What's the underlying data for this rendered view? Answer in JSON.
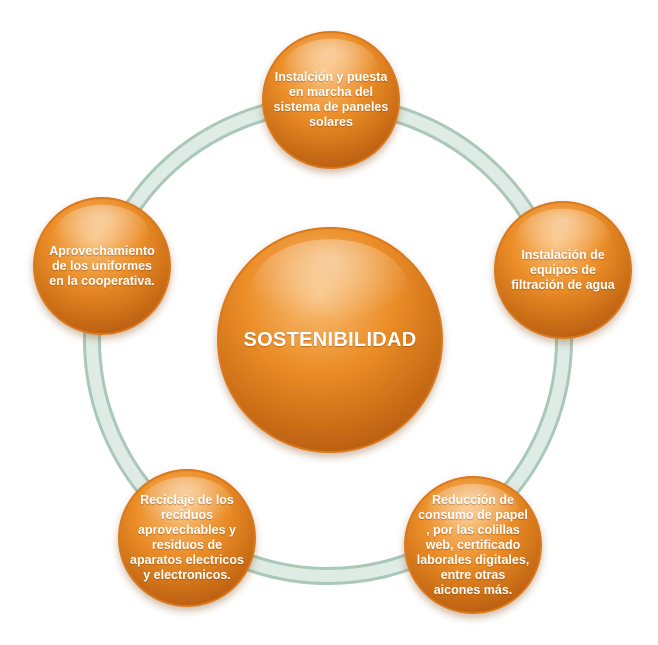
{
  "colors": {
    "ring_fill": "#dce9e2",
    "ring_stroke": "#a9c8b8",
    "circle_light": "#f7b76a",
    "circle_mid": "#e8861f",
    "circle_dark": "#b85a0c",
    "text": "#ffffff"
  },
  "center": {
    "label": "SOSTENIBILIDAD"
  },
  "nodes": [
    {
      "label": "Instalción y puesta\nen marcha del\nsistema de paneles\nsolares"
    },
    {
      "label": "Instalación de\nequipos de\nfiltración de agua"
    },
    {
      "label": "Reducción de\nconsumo de papel\n, por las colillas\nweb, certificado\nlaborales digitales,\nentre otras\naicones más."
    },
    {
      "label": "Reciclaje de los\nreciduos\naprovechables y\nresiduos de\naparatos electricos\ny electronicos."
    },
    {
      "label": "Aprovechamiento\nde los uniformes\nen la cooperativa."
    }
  ]
}
